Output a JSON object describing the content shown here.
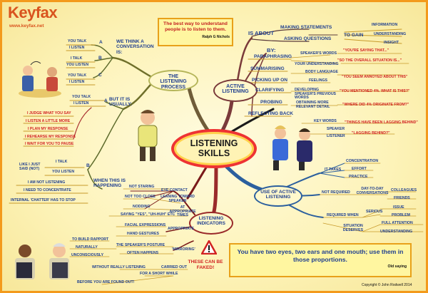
{
  "brand": {
    "name": "Keyfax",
    "url": "www.keyfax.net"
  },
  "top_quote": {
    "text": "The best way to understand people is to listen to them.",
    "author": "Ralph G Nichols"
  },
  "bottom_quote": {
    "text": "You have two eyes, two ears and one mouth; use them in those proportions.",
    "author": "Old saying"
  },
  "copyright": "Copyright © John Rodwell 2014",
  "center": {
    "title": "LISTENING SKILLS"
  },
  "branches": {
    "listening_process": "THE LISTENING PROCESS",
    "active_listening": "ACTIVE LISTENING",
    "use_active": "USE OF ACTIVE LISTENING",
    "indicators": "LISTENING INDICATORS"
  },
  "process": {
    "think": "WE THINK A CONVERSATION IS:",
    "A": "A",
    "B": "B",
    "C": "C",
    "A_items": [
      "YOU TALK",
      "I LISTEN"
    ],
    "B_items": [
      "I TALK",
      "YOU LISTEN"
    ],
    "C_items": [
      "YOU TALK",
      "I LISTEN"
    ],
    "usually": "BUT IT IS USUALLY:",
    "usual_A": "A",
    "usual_A_items": [
      "YOU TALK",
      "I LISTEN"
    ],
    "usual_reasons": [
      "I JUDGE WHAT YOU SAY",
      "I LISTEN A LITTLE MORE",
      "I PLAN MY RESPONSE",
      "I REHEARSE MY RESPONSE",
      "I WAIT FOR YOU TO PAUSE"
    ],
    "usual_B": "B",
    "usual_B_items": [
      "I TALK",
      "YOU LISTEN"
    ],
    "like": "LIKE I JUST SAID (NOT)",
    "when": "WHEN THIS IS HAPPENING",
    "when_items": [
      "I AM NOT LISTENING",
      "I NEED TO CONCENTRATE",
      "INTERNAL 'CHATTER' HAS TO STOP"
    ]
  },
  "active": {
    "is_about": "IS ABOUT",
    "about_items": [
      "MAKING STATEMENTS",
      "ASKING QUESTIONS"
    ],
    "to_gain": "TO GAIN",
    "gain_items": [
      "INFORMATION",
      "UNDERSTANDING",
      "INSIGHT"
    ],
    "by": "BY:",
    "techniques": [
      "PARAPHRASING",
      "SUMMARISING",
      "PICKING UP ON",
      "CLARIFYING",
      "PROBING",
      "REFLECTING BACK"
    ],
    "sub": [
      "SPEAKER'S WORDS",
      "YOUR UNDERSTANDING",
      "BODY LANGUAGE",
      "FEELINGS",
      "DEVELOPING SPEAKER'S PREVIOUS WORDS",
      "OBTAINING MORE RELEVANT DETAIL",
      "KEY WORDS",
      "SPEAKER",
      "LISTENER"
    ],
    "examples": [
      "\"YOU'RE SAYING THAT...\"",
      "\"SO THE OVERALL SITUATION IS...\"",
      "\"YOU SEEM ANNOYED ABOUT THIS\"",
      "\"YOU MENTIONED 4%. WHAT IS THIS?\"",
      "\"WHERE DID 4% ORIGINATE FROM?\"",
      "\"THINGS HAVE BEEN LAGGING BEHIND\"",
      "\"LAGGING BEHIND?\""
    ]
  },
  "use_active": {
    "it_takes": "IT TAKES",
    "takes": [
      "CONCENTRATION",
      "EFFORT",
      "PRACTICE"
    ],
    "not_required": "NOT REQUIRED",
    "day": "DAY-TO-DAY CONVERSATIONS",
    "day_items": [
      "COLLEAGUES",
      "FRIENDS"
    ],
    "required": "REQUIRED WHEN",
    "serious": "SERIOUS",
    "serious_items": [
      "ISSUE",
      "PROBLEM"
    ],
    "situation": "SITUATION DESERVES",
    "situation_items": [
      "FULL ATTENTION",
      "UNDERSTANDING"
    ]
  },
  "indicators": {
    "not_staring": "NOT STARING",
    "eye_contact": "EYE CONTACT",
    "not_close": "NOT TOO CLOSE",
    "leaning": "LEANING TOWARD SPEAKER",
    "nodding": "NODDING",
    "appropriate_times": "AT APPROPRIATE TIMES",
    "saying": "SAYING \"YES\", \"UH-HUH\" ETC",
    "facial": "FACIAL EXPRESSIONS",
    "hand": "HAND GESTURES",
    "appropriate": "APPROPRIATE",
    "rapport": "TO BUILD RAPPORT",
    "posture": "THE SPEAKER'S POSTURE",
    "mirroring": "'MIRRORING'",
    "naturally": "NATURALLY",
    "unconsciously": "UNCONSCIOUSLY",
    "often": "OFTEN HAPPENS",
    "faked": "THESE CAN BE FAKED!",
    "carried_out": "CARRIED OUT",
    "without": "WITHOUT REALLY LISTENING",
    "short_while": "FOR A SHORT WHILE",
    "found_out": "BEFORE YOU ARE FOUND OUT!"
  },
  "colors": {
    "border": "#f39a1c",
    "text": "#1f3f8f",
    "accent": "#d12222"
  }
}
